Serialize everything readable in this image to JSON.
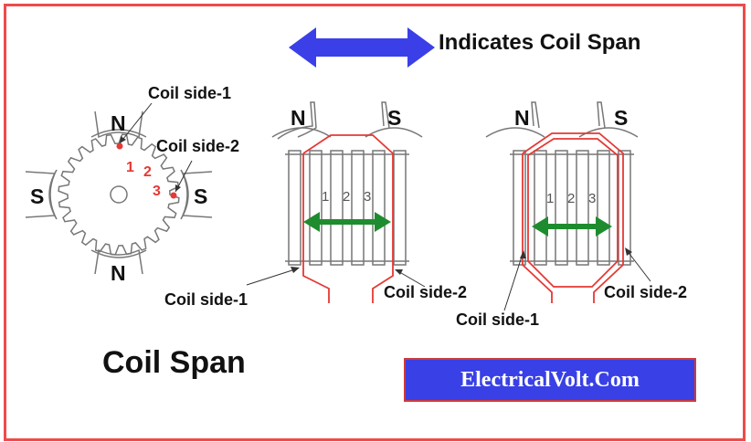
{
  "legend": {
    "text": "Indicates Coil Span"
  },
  "left_diagram": {
    "pole_top": "N",
    "pole_bottom": "N",
    "pole_left": "S",
    "pole_right": "S",
    "coil_side_1": "Coil side-1",
    "coil_side_2": "Coil side-2",
    "slot_numbers": [
      "1",
      "2",
      "3"
    ]
  },
  "middle_diagram": {
    "pole_left": "N",
    "pole_right": "S",
    "slot_numbers": [
      "1",
      "2",
      "3"
    ],
    "coil_side_1": "Coil side-1",
    "coil_side_2": "Coil side-2"
  },
  "right_diagram": {
    "pole_left": "N",
    "pole_right": "S",
    "slot_numbers": [
      "1",
      "2",
      "3"
    ],
    "coil_side_1": "Coil side-1",
    "coil_side_2": "Coil side-2"
  },
  "title": "Coil Span",
  "brand": "ElectricalVolt.Com",
  "colors": {
    "border": "#ee4b4b",
    "legend_arrow": "#3b3fe8",
    "span_arrow": "#1e8c2e",
    "coil": "#e53935",
    "brand_bg": "#3940e6"
  }
}
